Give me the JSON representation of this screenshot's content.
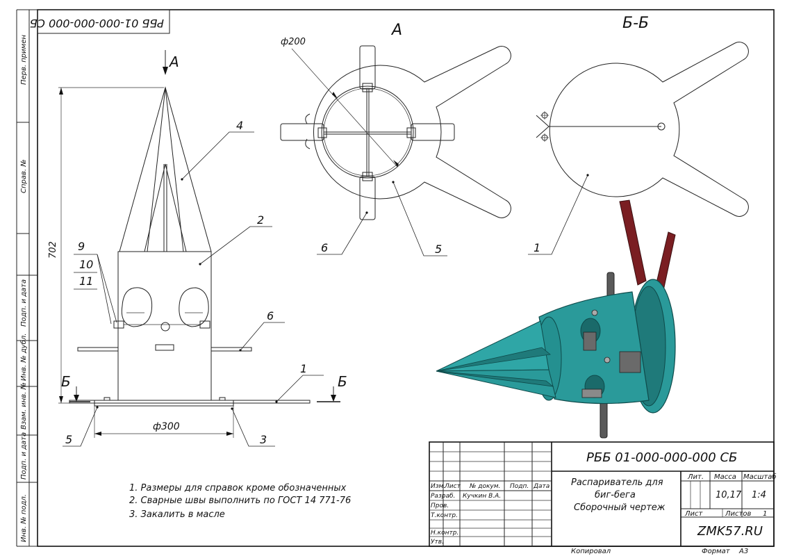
{
  "stamp_top": "РББ 01-000-000-000 СБ",
  "side_labels": [
    "Перв. примен",
    "Справ. №",
    "Подп. и дата",
    "Инв. № дубл.",
    "Взам. инв. №",
    "Подп. и дата",
    "Инв. № подл."
  ],
  "views": {
    "view_a_marker": "А",
    "view_a_title": "А",
    "section_title": "Б-Б",
    "section_mark_left": "Б",
    "section_mark_right": "Б"
  },
  "dimensions": {
    "height": "702",
    "diameter_front": "ф300",
    "diameter_top": "ф200"
  },
  "callouts": {
    "p1_front": "1",
    "p2": "2",
    "p3": "3",
    "p4": "4",
    "p5_front": "5",
    "p6_front": "6",
    "p9": "9",
    "p10": "10",
    "p11": "11",
    "p6_top": "6",
    "p5_top": "5",
    "p1_section": "1"
  },
  "notes": [
    "1. Размеры для справок кроме обозначенных",
    "2. Сварные швы выполнить по ГОСТ 14 771-76",
    "3. Закалить в масле"
  ],
  "title_block": {
    "designation": "РББ 01-000-000-000 СБ",
    "title_lines": [
      "Распариватель для",
      "биг-бега",
      "Сборочный чертеж"
    ],
    "col_headers": [
      "Изм.",
      "Лист",
      "№ докум.",
      "Подп.",
      "Дата"
    ],
    "roles": [
      "Разраб.",
      "Пров.",
      "Т.контр.",
      "Н.контр.",
      "Утв."
    ],
    "developer": "Кучкин В.А.",
    "lit_label": "Лит.",
    "mass_label": "Масса",
    "scale_label": "Масштаб",
    "mass_value": "10,17",
    "scale_value": "1:4",
    "sheet_label": "Лист",
    "sheets_label": "Листов",
    "sheets_value": "1",
    "org": "ZMK57.RU",
    "copied_label": "Копировал",
    "format_label": "Формат",
    "format_value": "А3"
  },
  "colors": {
    "model_body": "#2a9a9a",
    "model_dark": "#1f7a7a",
    "model_handle": "#7a1e22"
  }
}
